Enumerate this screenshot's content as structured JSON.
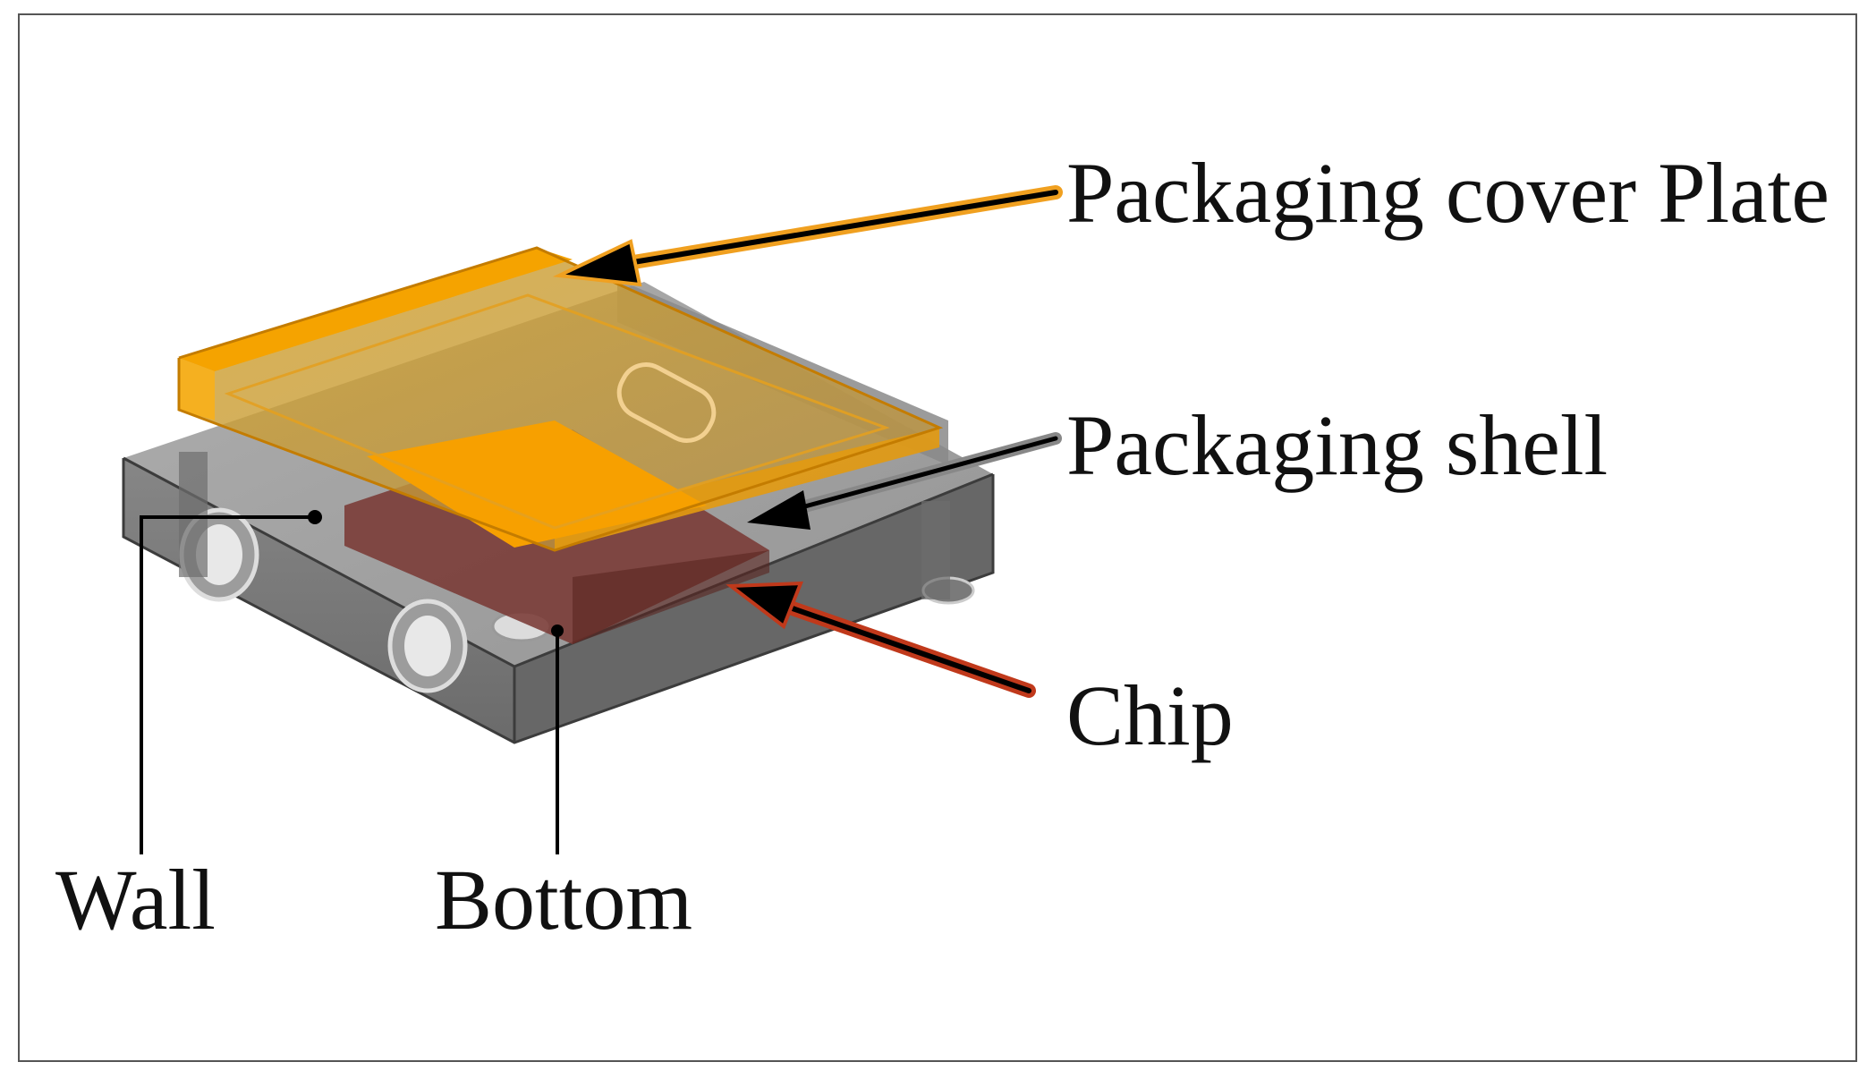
{
  "labels": {
    "cover_plate": "Packaging cover Plate",
    "shell": "Packaging shell",
    "chip": "Chip",
    "wall": "Wall",
    "bottom": "Bottom"
  },
  "colors": {
    "cover_plate": "#f5a300",
    "shell": "#6e6e6e",
    "chip": "#7a3a36",
    "chip_arrow": "#c0391b",
    "cover_arrow": "#f0a020",
    "shell_arrow": "#888888",
    "frame": "#555555",
    "text": "#111111"
  }
}
